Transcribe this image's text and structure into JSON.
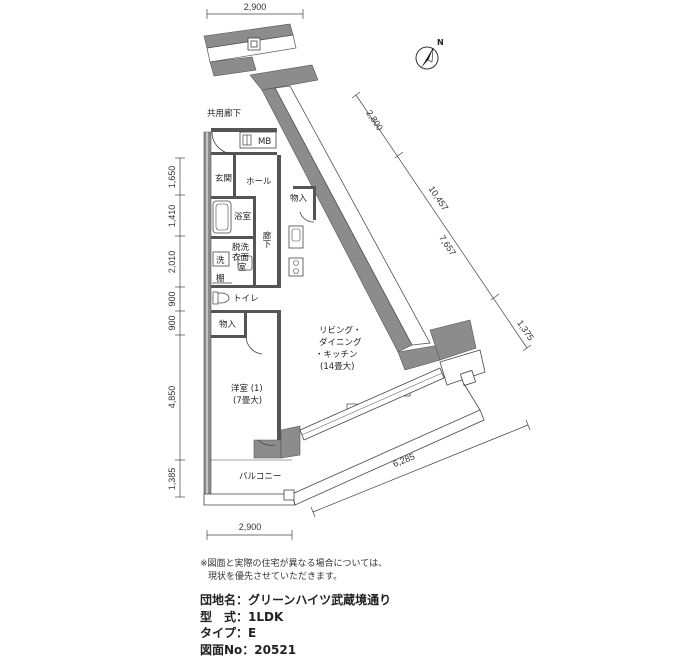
{
  "dimensions": {
    "top_width": "2,900",
    "bottom_width": "2,900",
    "left": [
      "1,650",
      "1,410",
      "2,010",
      "900",
      "900",
      "4,850",
      "1,385"
    ],
    "diagonal_1": "2,800",
    "diagonal_2": "10,457",
    "diagonal_3": "7,657",
    "diagonal_4": "1,375",
    "balcony_length": "6,285"
  },
  "rooms": {
    "corridor": "共用廊下",
    "mb": "MB",
    "genkan": "玄関",
    "hall": "ホール",
    "storage_1": "物入",
    "bath": "浴室",
    "hallway": "廊下",
    "laundry": "洗",
    "dressing_1": "脱洗",
    "dressing_2": "衣面",
    "dressing_3": "室",
    "shelf": "棚",
    "toilet": "トイレ",
    "storage_2": "物入",
    "living_1": "リビング・",
    "living_2": "ダイニング",
    "living_3": "・キッチン",
    "living_4": "(14畳大)",
    "western_1": "洋室 (1)",
    "western_2": "(7畳大)",
    "balcony": "バルコニー",
    "compass": "N"
  },
  "info": {
    "note_line1": "※図面と実際の住宅が異なる場合については、",
    "note_line2": "現状を優先させていただきます。",
    "name_label": "団地名：",
    "name_value": "グリーンハイツ武蔵境通り",
    "type_label": "型　式：",
    "type_value": "1LDK",
    "subtype_label": "タイプ：",
    "subtype_value": "E",
    "drawing_label": "図面No：",
    "drawing_value": "20521"
  }
}
